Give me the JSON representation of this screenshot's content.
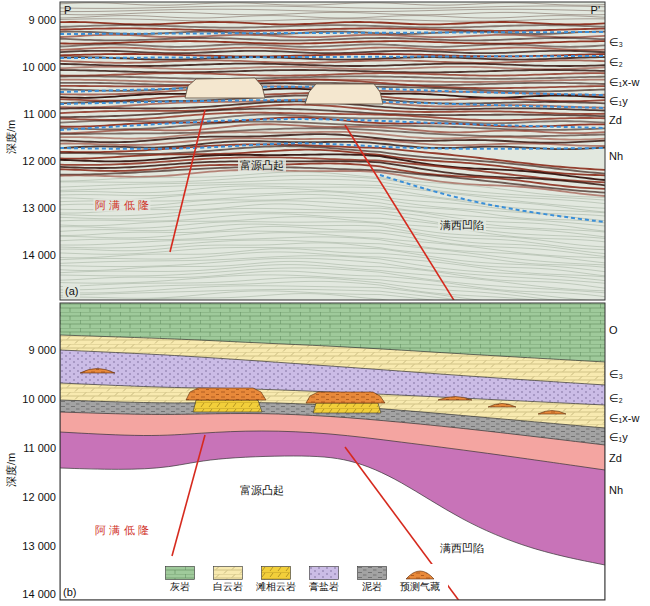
{
  "diagram": {
    "labels": [
      "P",
      "P'",
      "9 000",
      "10 000",
      "11 000",
      "12 000",
      "13 000",
      "14 000",
      "深度/m",
      "∈₃",
      "∈₂",
      "∈₁x-w",
      "∈₁y",
      "Zd",
      "Nh",
      "富源凸起",
      "阿 满 低 隆",
      "满西凹陷",
      "(a)",
      "O",
      "∈₃",
      "∈₂",
      "∈₁x-w",
      "∈₁y",
      "Zd",
      "Nh",
      "9 000",
      "10 000",
      "11 000",
      "12 000",
      "13 000",
      "14 000",
      "深度/m",
      "富源凸起",
      "阿 满 低 隆",
      "满西凹陷",
      "(b)"
    ],
    "legend": [
      {
        "text": "灰岩"
      },
      {
        "text": "白云岩"
      },
      {
        "text": "滩相云岩"
      },
      {
        "text": "膏盐岩"
      },
      {
        "text": "泥岩"
      },
      {
        "text": "预测气藏"
      }
    ]
  }
}
